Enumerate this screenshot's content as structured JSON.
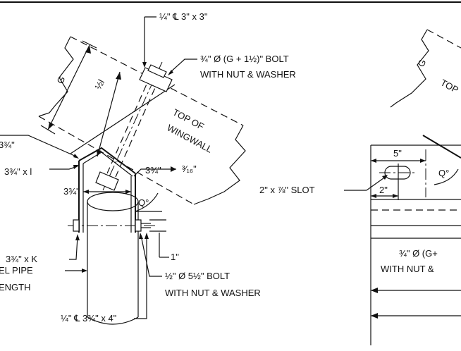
{
  "labels": {
    "plate_top": "¼\" ℄ 3\" x 3\"",
    "bolt_main_1": "¾\" Ø (G + 1½)\" BOLT",
    "bolt_main_2": "WITH NUT & WASHER",
    "g_left": "G",
    "half_l": "½l",
    "top_wingwall_1": "TOP OF",
    "top_wingwall_2": "WINGWALL",
    "dim_partial_left": "3¾\"",
    "angle_plate": "3¾\" x l",
    "weld_size": "3¾\"",
    "weld_fillet": "³⁄₁₆\"",
    "dim_3_75": "3¾\"",
    "angle_q_left": "Q°",
    "angle_k": "3¾\" x K",
    "one_inch": "1\"",
    "pipe_1": "EL PIPE",
    "pipe_2": "ENGTH",
    "small_bolt_1": "½\" Ø 5½\" BOLT",
    "small_bolt_2": "WITH NUT & WASHER",
    "plate_bottom": "¼\" ℄ 3¾\" x 4\"",
    "slot": "2\" x ⅞\" SLOT",
    "dim_5": "5\"",
    "dim_2": "2\"",
    "g_right": "G",
    "top_right": "TOP",
    "angle_q_right": "Q°",
    "bolt_right_1": "¾\" Ø  (G+",
    "bolt_right_2": "WITH NUT &"
  }
}
